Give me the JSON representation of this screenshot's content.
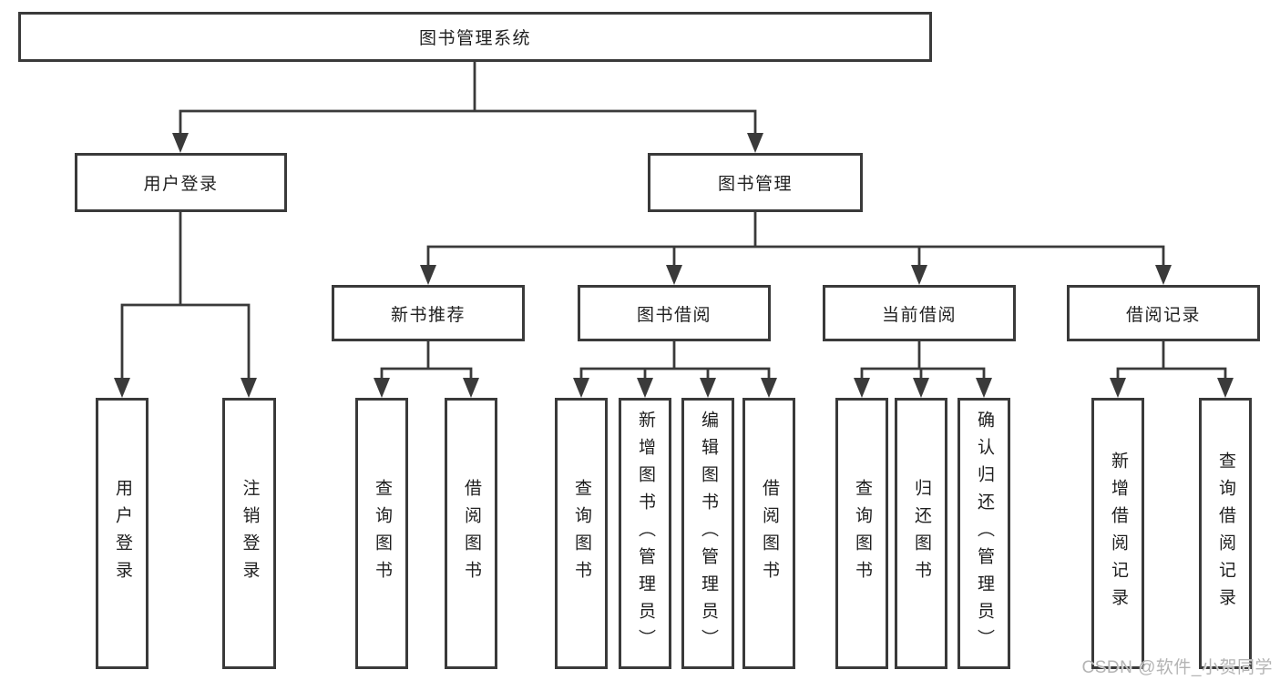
{
  "nodes": {
    "root": "图书管理系统",
    "user_login": "用户登录",
    "book_mgmt": "图书管理",
    "new_book_rec": "新书推荐",
    "book_borrow": "图书借阅",
    "current_borrow": "当前借阅",
    "borrow_record": "借阅记录",
    "login": "用户登录",
    "logout": "注销登录",
    "rec_query": "查询图书",
    "rec_borrow": "借阅图书",
    "bb_query": "查询图书",
    "bb_add": "新增图书（管理员）",
    "bb_edit": "编辑图书（管理员）",
    "bb_borrow": "借阅图书",
    "cb_query": "查询图书",
    "cb_return": "归还图书",
    "cb_confirm": "确认归还（管理员）",
    "br_add": "新增借阅记录",
    "br_query": "查询借阅记录"
  },
  "watermark": "CSDN @软件_小贺同学",
  "colors": {
    "line": "#3a3a3a",
    "text": "#1f1f1f",
    "box_fill": "#ffffff",
    "background": "#ffffff",
    "watermark": "#b4b4b4"
  }
}
